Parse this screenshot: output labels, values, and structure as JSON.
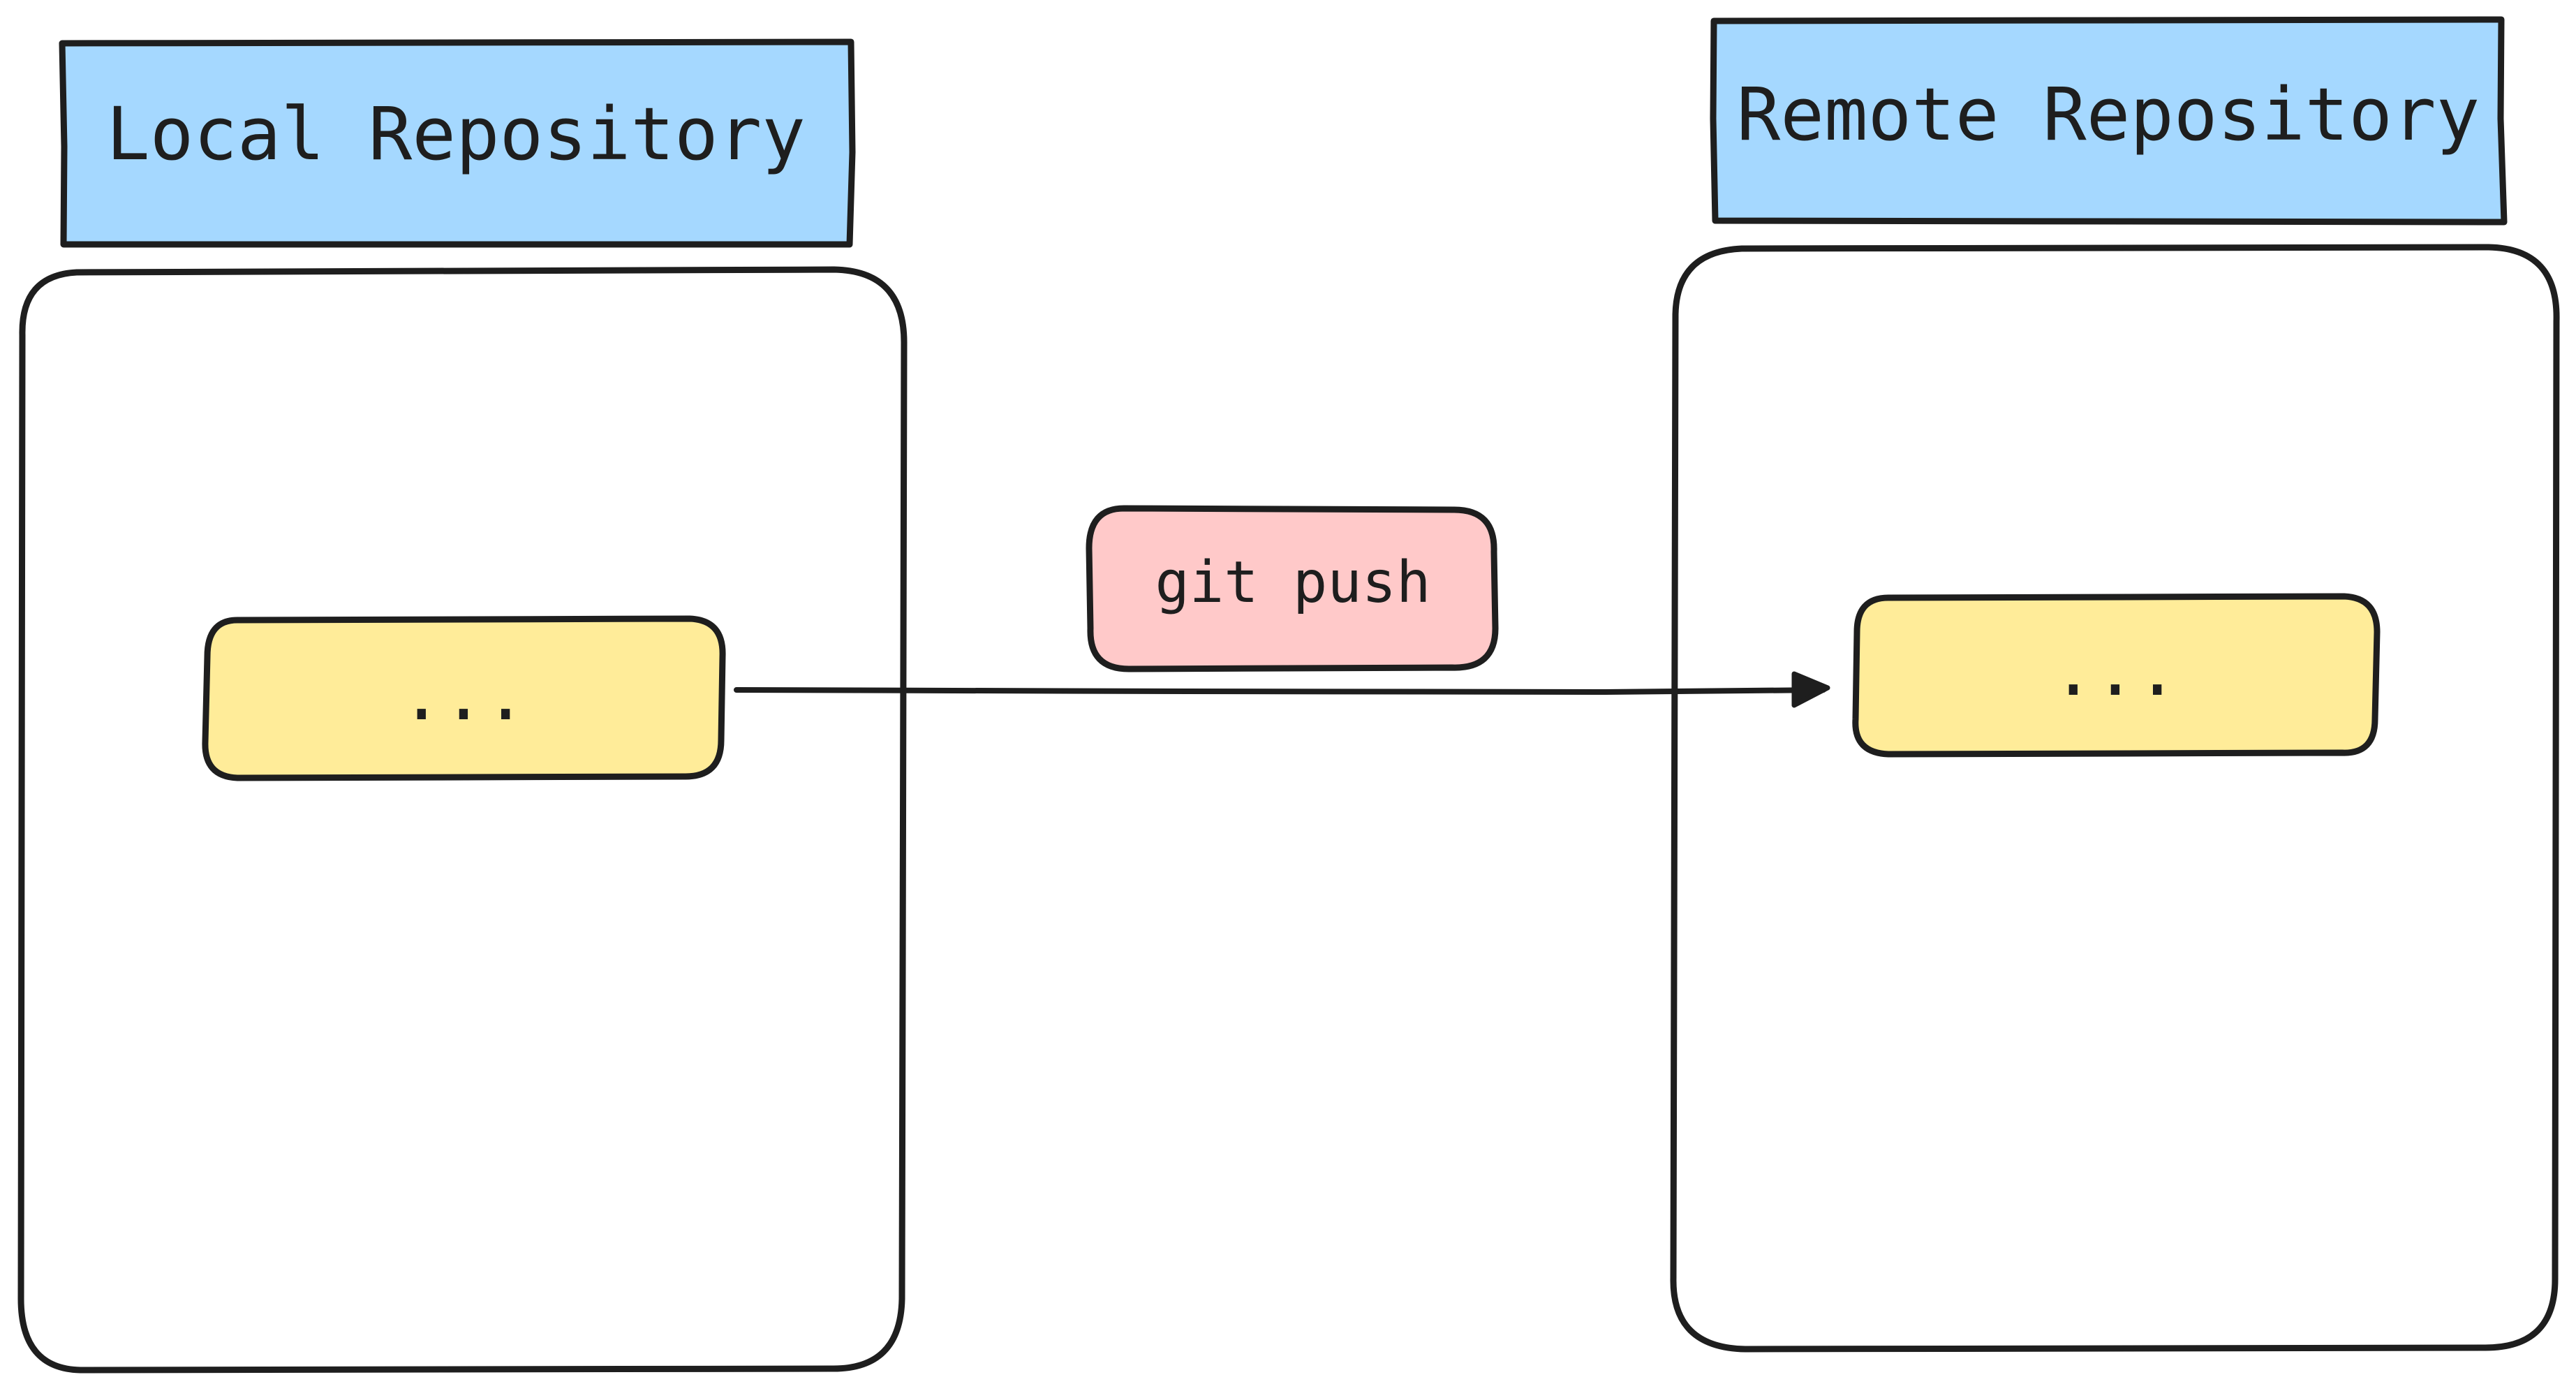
{
  "diagram": {
    "local": {
      "title": "Local Repository",
      "commit_label": "..."
    },
    "remote": {
      "title": "Remote Repository",
      "commit_label": "..."
    },
    "action": {
      "label": "git push"
    },
    "colors": {
      "title_fill": "#a5d8ff",
      "commit_fill": "#ffec99",
      "action_fill": "#ffc9c9",
      "stroke": "#1e1e1e",
      "container_fill": "#ffffff"
    }
  }
}
